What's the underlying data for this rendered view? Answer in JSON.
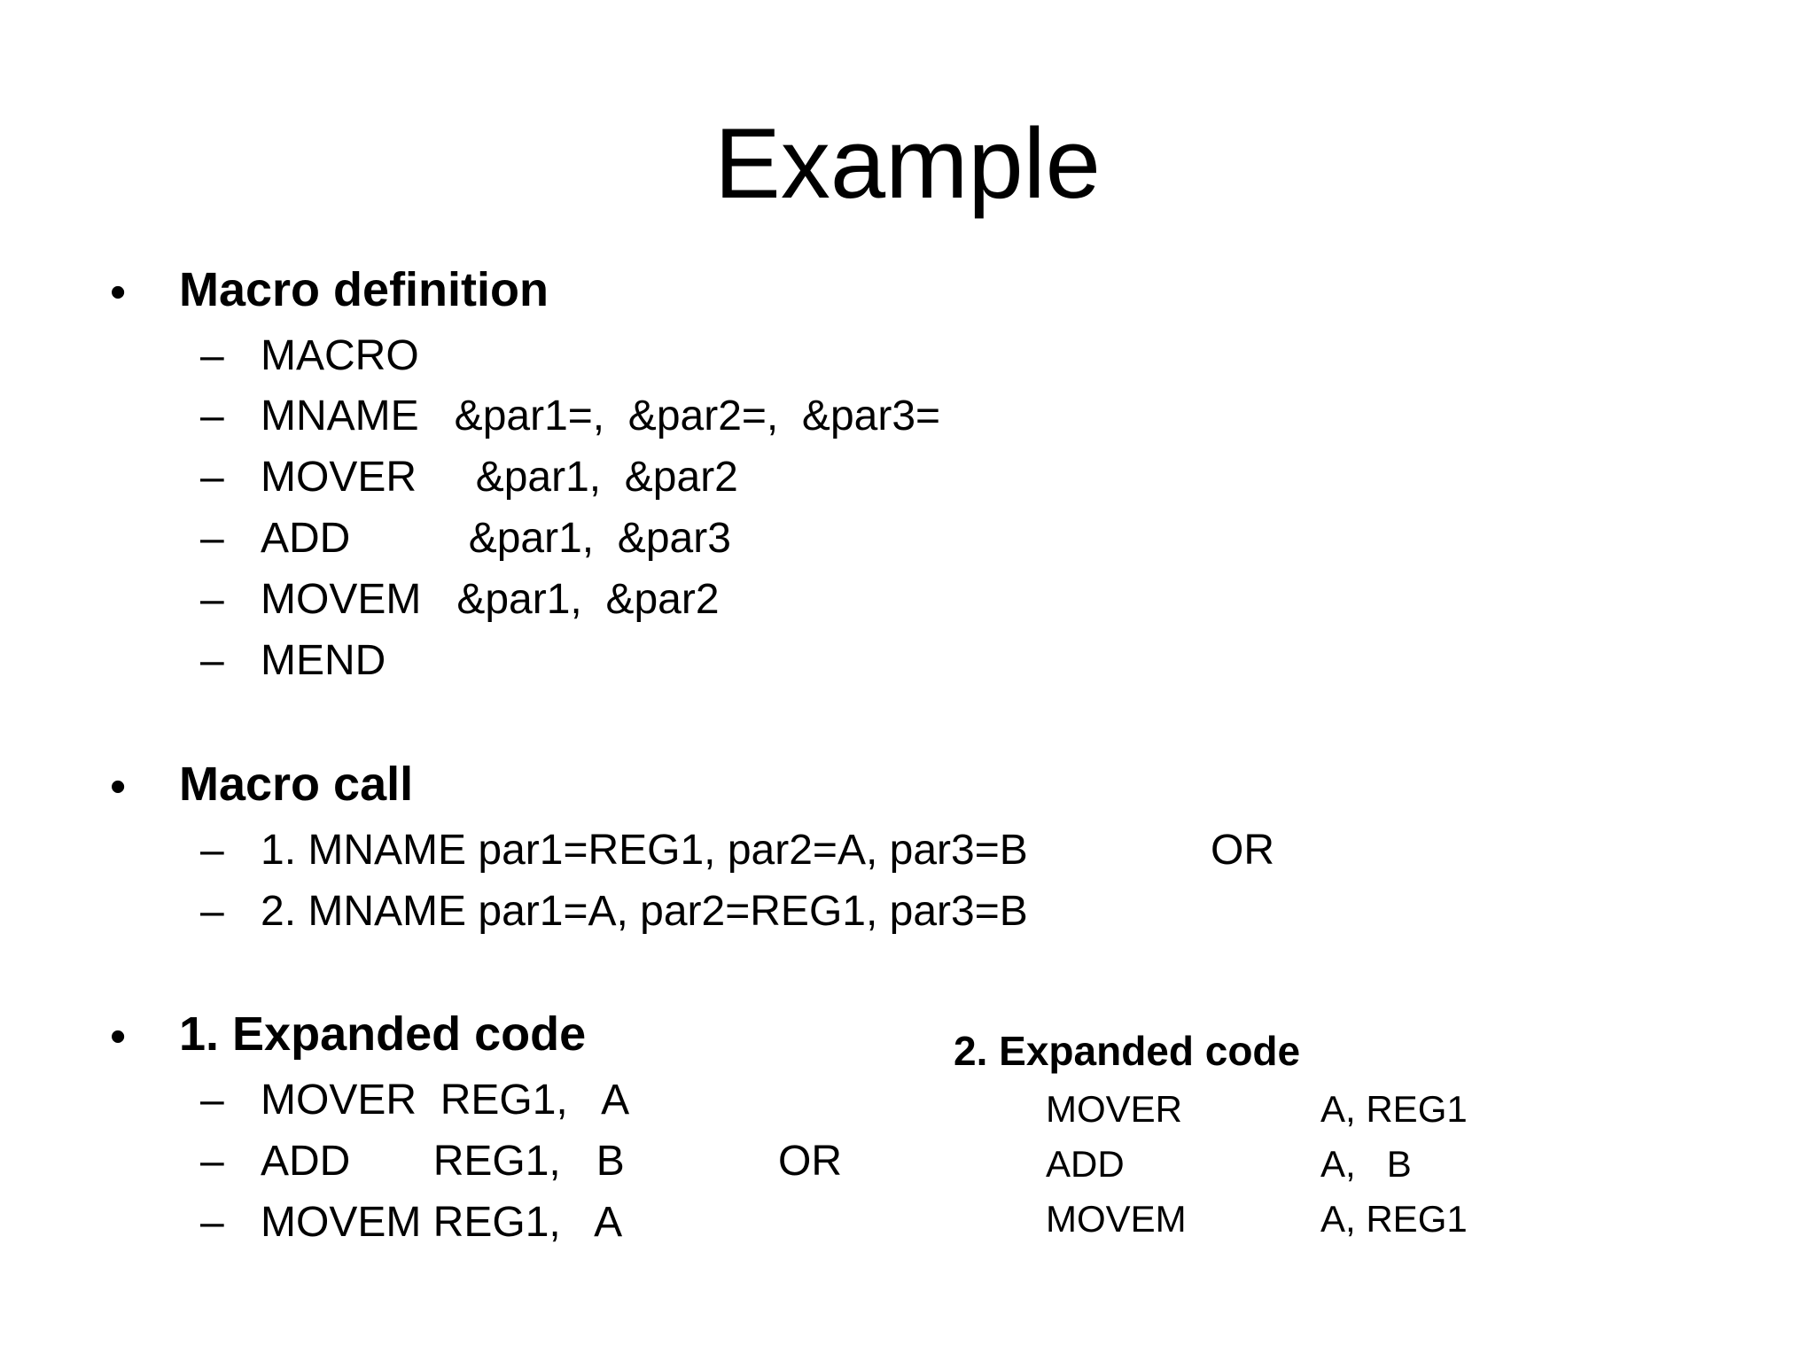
{
  "title": "Example",
  "sections": [
    {
      "heading": "Macro definition",
      "lines": [
        "MACRO",
        "MNAME   &par1=,  &par2=,  &par3=",
        "MOVER     &par1,  &par2",
        "ADD          &par1,  &par3",
        "MOVEM   &par1,  &par2",
        "MEND"
      ]
    },
    {
      "heading": "Macro call",
      "lines": [
        "1. MNAME par1=REG1, par2=A, par3=B",
        "2. MNAME par1=A, par2=REG1, par3=B"
      ],
      "or_label": "OR"
    },
    {
      "heading": "1. Expanded code",
      "lines": [
        "MOVER  REG1,   A",
        "ADD       REG1,   B",
        "MOVEM REG1,   A"
      ],
      "or_label": "OR"
    }
  ],
  "expanded2": {
    "heading": "2. Expanded code",
    "rows": [
      {
        "op": "MOVER",
        "args": "A, REG1"
      },
      {
        "op": "ADD",
        "args": "A,   B"
      },
      {
        "op": "MOVEM",
        "args": "A, REG1"
      }
    ]
  },
  "symbols": {
    "bullet": "•",
    "dash": "–"
  }
}
